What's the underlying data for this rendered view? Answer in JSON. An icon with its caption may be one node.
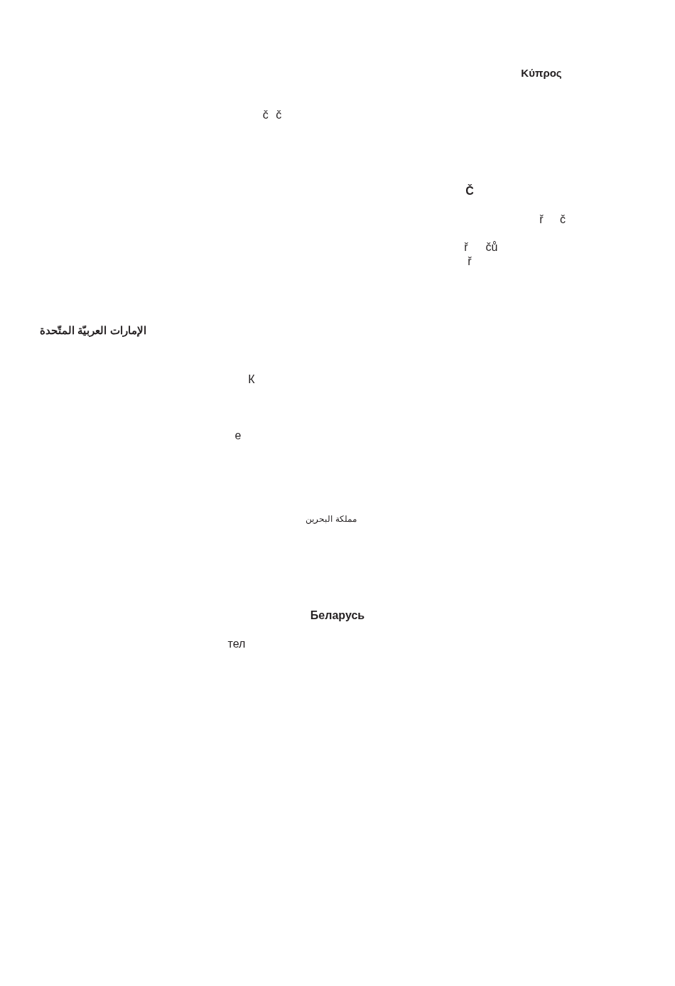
{
  "diagram": {
    "labels": [
      "Κύπρος",
      "č č",
      "Č",
      "ř",
      "č",
      "ř",
      "čů",
      "ř",
      "الإمارات العربيّة المتّحدة",
      "К",
      "е",
      "مملكة البحرين",
      "Беларусь",
      "тел"
    ]
  }
}
